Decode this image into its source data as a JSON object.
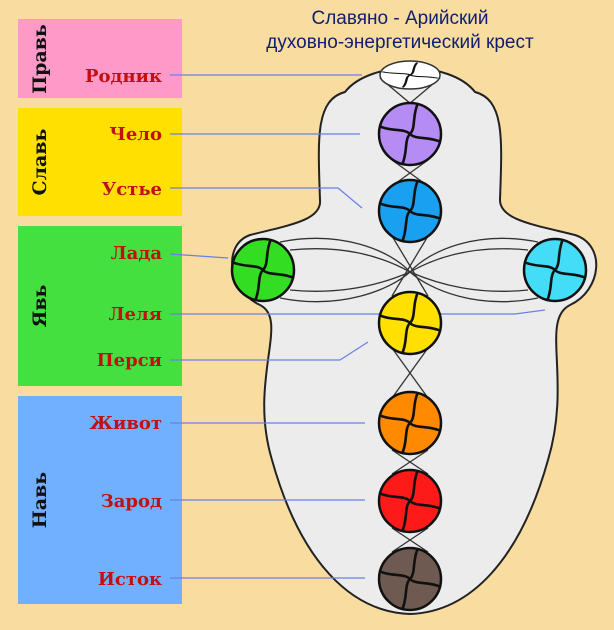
{
  "title": {
    "line1": "Славяно - Арийский",
    "line2": "духовно-энергетический крест"
  },
  "groups": [
    {
      "name": "Правь",
      "color": "#ff9ac8"
    },
    {
      "name": "Славь",
      "color": "#ffe000"
    },
    {
      "name": "Явь",
      "color": "#44e040"
    },
    {
      "name": "Навь",
      "color": "#70b0ff"
    }
  ],
  "chakras": [
    {
      "label": "Родник",
      "color": "#ffffff"
    },
    {
      "label": "Чело",
      "color": "#b48cf4"
    },
    {
      "label": "Устье",
      "color": "#1aa0f0"
    },
    {
      "label": "Лада",
      "color": "#33dd22"
    },
    {
      "label": "Леля",
      "color": "#ffe000"
    },
    {
      "label": "Перси",
      "color": "#44ddf8"
    },
    {
      "label": "Живот",
      "color": "#ff8a00"
    },
    {
      "label": "Зарод",
      "color": "#ff1a1a"
    },
    {
      "label": "Исток",
      "color": "#6e5a50"
    }
  ]
}
